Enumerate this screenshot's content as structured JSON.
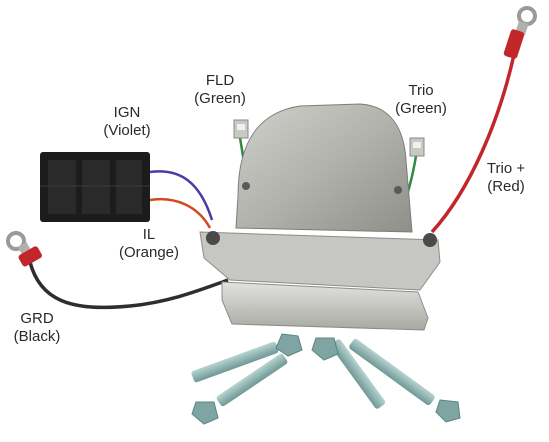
{
  "labels": {
    "fld": {
      "name": "FLD",
      "color": "(Green)"
    },
    "ign": {
      "name": "IGN",
      "color": "(Violet)"
    },
    "trio": {
      "name": "Trio",
      "color": "(Green)"
    },
    "triop": {
      "name": "Trio +",
      "color": "(Red)"
    },
    "il": {
      "name": "IL",
      "color": "(Orange)"
    },
    "grd": {
      "name": "GRD",
      "color": "(Black)"
    }
  },
  "colors": {
    "wire_red": "#c2262a",
    "wire_violet": "#4a3aa8",
    "wire_orange": "#d24a1e",
    "wire_green": "#2f8a44",
    "wire_black": "#2e2e2e",
    "connector": "#1c1c1c",
    "housing": "#b9b9b4",
    "base_plate": "#cfcfcb",
    "bolt": "#8fb5b3",
    "text": "#2a2a2a"
  }
}
